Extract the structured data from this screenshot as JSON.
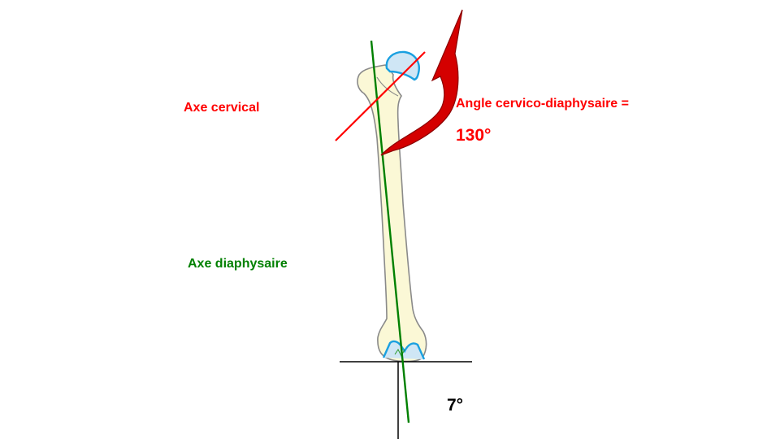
{
  "labels": {
    "cervical_axis": "Axe cervical",
    "angle_title": "Angle cervico-diaphysaire =",
    "angle_value": "130°",
    "diaphyseal_axis": "Axe diaphysaire",
    "tilt_value": "7°"
  },
  "colors": {
    "cervical": "#ff0000",
    "diaphyseal": "#008000",
    "bone_fill": "#fbf8d6",
    "bone_stroke": "#8a8a8a",
    "cartilage": "#1aa0e0",
    "cartilage_fill": "#cfe6f5",
    "arrow": "#d40000",
    "reference": "#000000"
  },
  "figure": {
    "subject": "femur",
    "icons": [
      "femur-illustration",
      "curved-angle-arrow"
    ]
  }
}
